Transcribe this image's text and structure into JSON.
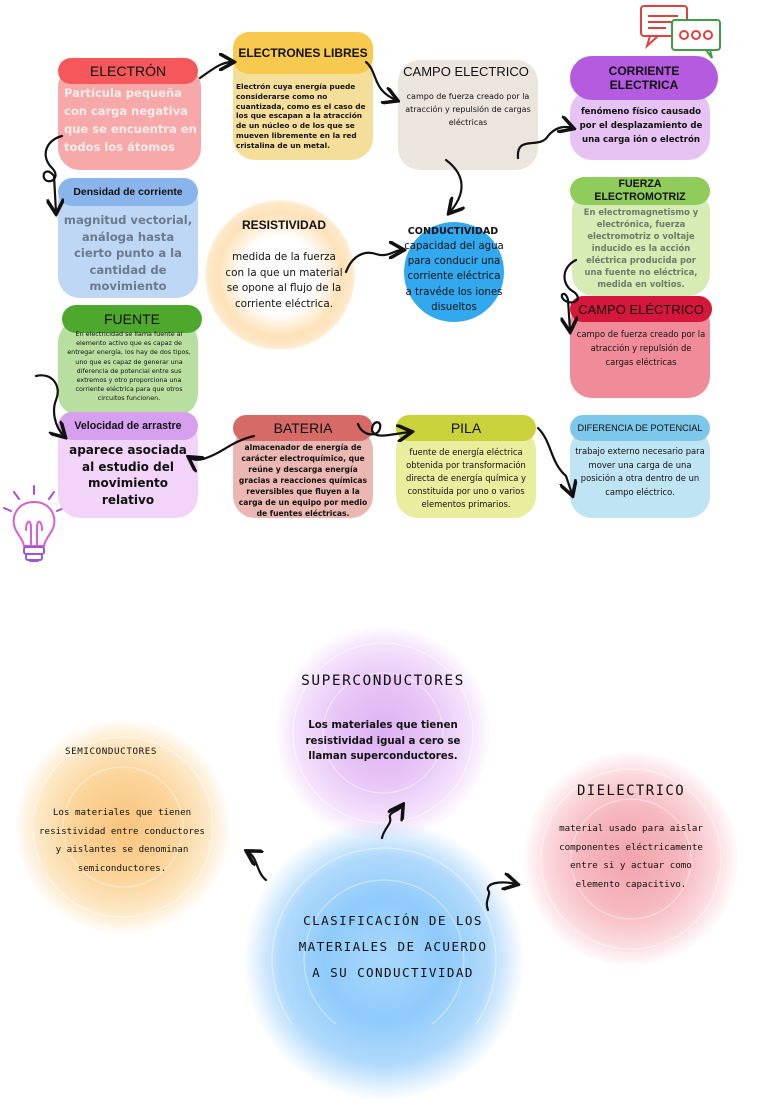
{
  "cards": {
    "electron": {
      "title": "ELECTRÓN",
      "body": "Partícula pequeña con carga negativa que se encuentra en todos los átomos"
    },
    "electrones_libres": {
      "title": "ELECTRONES LIBRES",
      "body": "Electrón cuya energía puede considerarse como no cuantizada, como es el caso de los que escapan a la atracción de un núcleo o de los que se mueven libremente en la red cristalina de un metal."
    },
    "campo_electrico_1": {
      "title": "CAMPO ELECTRICO",
      "body": "campo de fuerza creado por la atracción y repulsión de cargas eléctricas"
    },
    "corriente_electrica": {
      "title": "CORRIENTE ELECTRICA",
      "body": "fenómeno físico causado por el desplazamiento de una carga ión o electrón"
    },
    "densidad": {
      "title": "Densidad de corriente",
      "body": "magnitud vectorial, análoga hasta cierto punto a la cantidad de movimiento"
    },
    "resistividad": {
      "title": "RESISTIVIDAD",
      "body": "medida de la fuerza con la que un material se opone al flujo de la corriente eléctrica."
    },
    "conductividad": {
      "title": "CONDUCTIVIDAD",
      "body": "capacidad del agua para conducir una corriente eléctrica a travéde los iones disueltos"
    },
    "fuerza_em": {
      "title": "FUERZA ELECTROMOTRIZ",
      "body": "En electromagnetismo y electrónica, fuerza electromotriz o voltaje inducido es la acción eléctrica producida por una fuente no eléctrica, medida en voltios."
    },
    "fuente": {
      "title": "FUENTE",
      "body": "En electricidad se llama fuente al elemento activo que es capaz de entregar energía, los hay de dos tipos, uno que es capaz de generar una diferencia de potencial entre sus extremos y otro proporciona una corriente eléctrica para que otros circuitos funcionen."
    },
    "campo_electrico_2": {
      "title": "CAMPO ELÉCTRICO",
      "body": "campo de fuerza creado por la atracción y repulsión de cargas eléctricas"
    },
    "velocidad": {
      "title": "Velocidad de arrastre",
      "body": "aparece asociada al estudio del movimiento relativo"
    },
    "bateria": {
      "title": "BATERIA",
      "body": "almacenador de energía de carácter electroquímico, que reúne y descarga energía gracias a reacciones químicas reversibles que fluyen a la carga de un equipo por medio de fuentes eléctricas."
    },
    "pila": {
      "title": "PILA",
      "body": "fuente de energía eléctrica obtenida por transformación directa de energía química y constituida por uno o varios elementos primarios."
    },
    "diferencia": {
      "title": "DIFERENCIA DE POTENCIAL",
      "body": "trabajo externo necesario para mover una carga de una posición a otra dentro de un campo eléctrico."
    }
  },
  "classification": {
    "center": "CLASIFICACIÓN DE LOS MATERIALES DE ACUERDO A SU CONDUCTIVIDAD",
    "superconductores": {
      "title": "SUPERCONDUCTORES",
      "body": "Los materiales que tienen resistividad igual a cero se llaman superconductores."
    },
    "semiconductores": {
      "title": "SEMICONDUCTORES",
      "body": "Los materiales que tienen resistividad entre conductores y aislantes se denominan semiconductores."
    },
    "dielectrico": {
      "title": "DIELECTRICO",
      "body": "material usado para aislar componentes eléctricamente entre si y actuar como elemento capacitivo."
    }
  },
  "icons": [
    "chat-bubbles-icon",
    "light-bulb-icon"
  ],
  "colors": {
    "red": "#f4585a",
    "pink": "#f6a9a8",
    "yellow": "#f7c94f",
    "cream": "#f4de9a",
    "beige": "#ece5de",
    "purple": "#b45be0",
    "lavender": "#e6c3f3",
    "blue": "#8ab5ec",
    "lightblue": "#bdd7f4",
    "green": "#80c34a",
    "lightgreen": "#d7ecb5",
    "crimson": "#d5173b",
    "rose": "#f08c9a",
    "brick": "#d56a66",
    "salmon": "#eab7b2",
    "lime": "#c9d23a",
    "limelight": "#e9ee9e",
    "sky": "#7cc7ea",
    "skylight": "#bfe4f4",
    "cyan": "#3aa7ec"
  }
}
